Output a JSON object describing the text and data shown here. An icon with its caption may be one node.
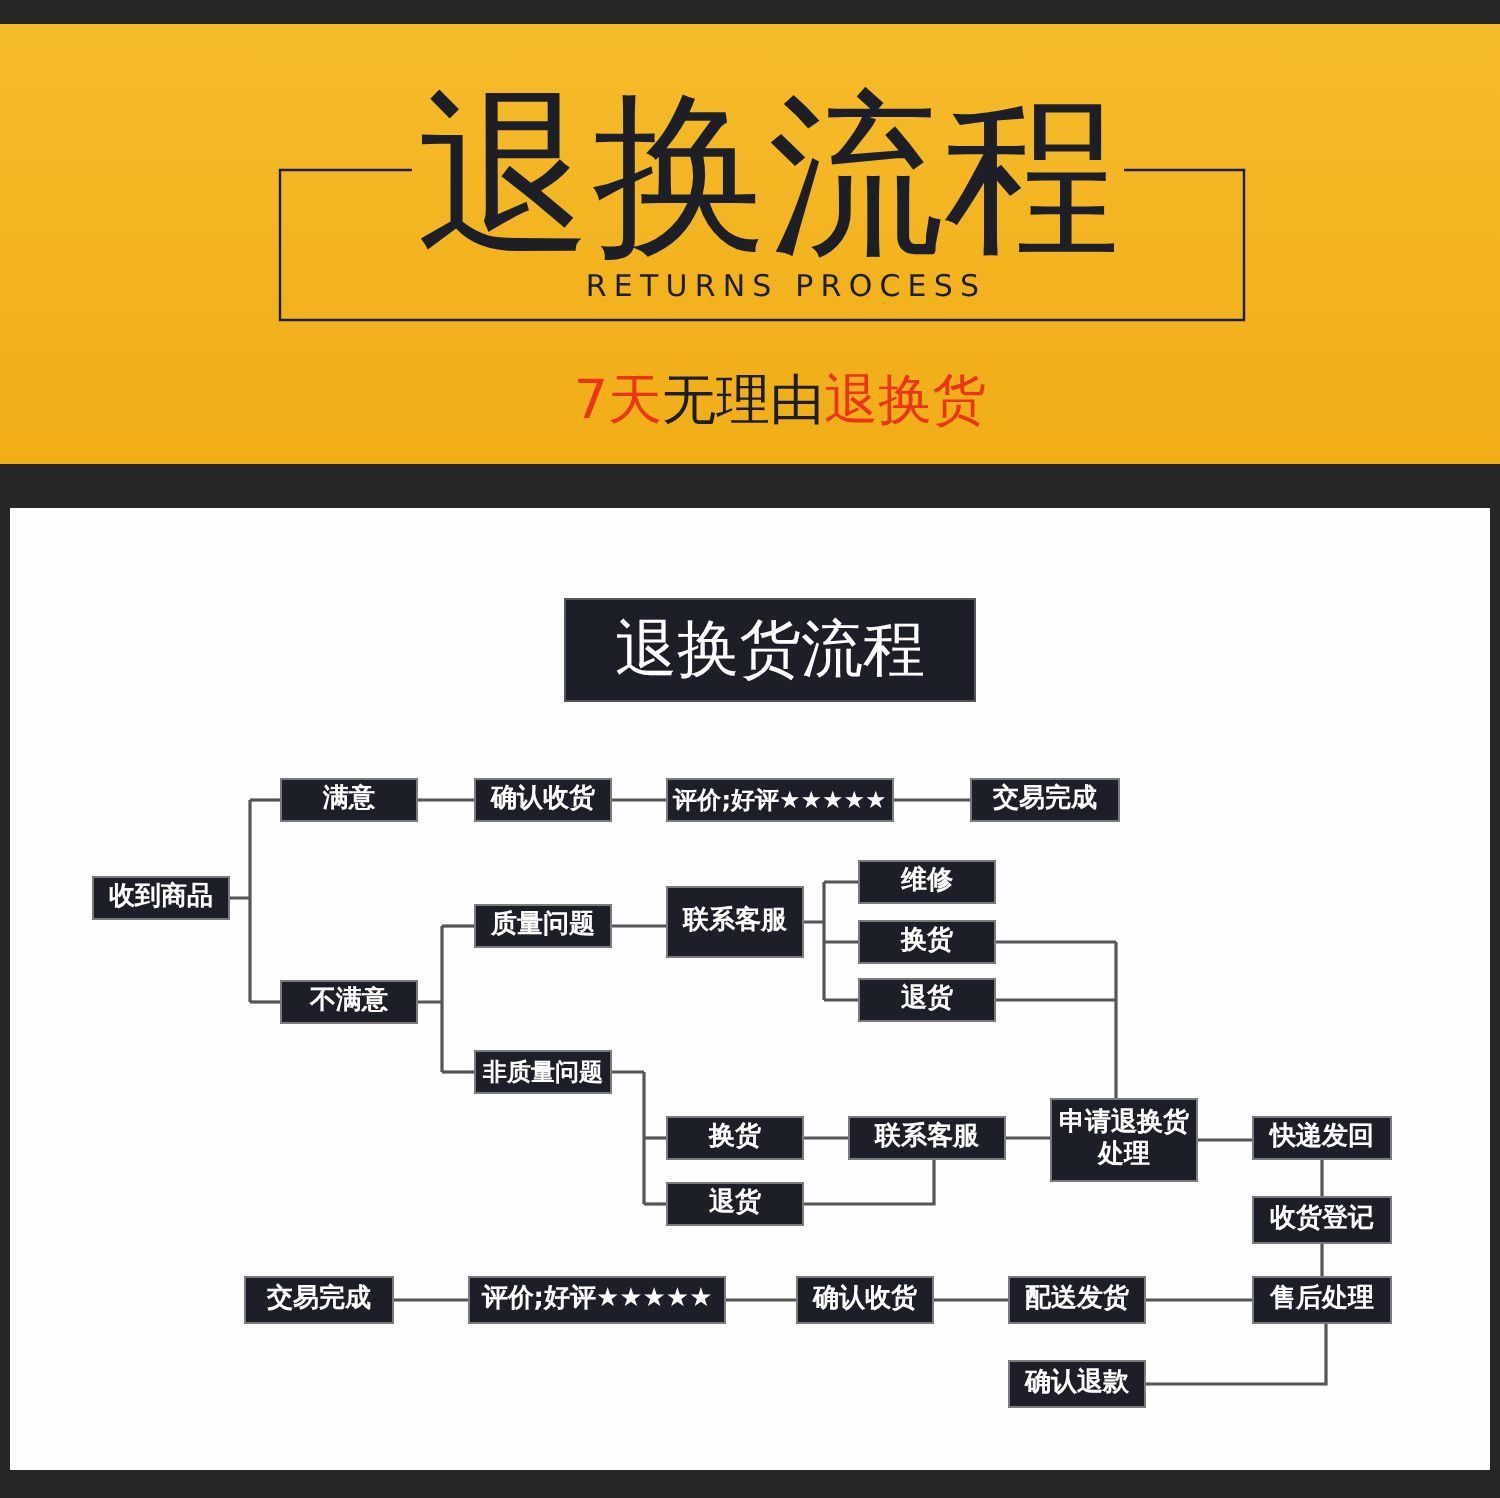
{
  "diagram": {
    "title": "退换流程",
    "nodes": [
      {
        "text": [
          "退换货流程"
        ]
      },
      {
        "text": [
          "收到商品"
        ]
      },
      {
        "text": [
          "满意"
        ]
      },
      {
        "text": [
          "确认收货"
        ]
      },
      {
        "text": [
          "评价;好评★★★★★"
        ]
      },
      {
        "text": [
          "交易完成"
        ]
      },
      {
        "text": [
          "不满意"
        ]
      },
      {
        "text": [
          "质量问题"
        ]
      },
      {
        "text": [
          "联系客服"
        ]
      },
      {
        "text": [
          "维修"
        ]
      },
      {
        "text": [
          "换货"
        ]
      },
      {
        "text": [
          "退货"
        ]
      },
      {
        "text": [
          "非质量问题"
        ]
      },
      {
        "text": [
          "换货"
        ]
      },
      {
        "text": [
          "联系客服"
        ]
      },
      {
        "text": [
          "退货"
        ]
      },
      {
        "text": [
          "申请退换货处理"
        ]
      },
      {
        "text": [
          "快递发回"
        ]
      },
      {
        "text": [
          "收货登记"
        ]
      },
      {
        "text": [
          "交易完成"
        ]
      },
      {
        "text": [
          "评价;好评★★★★★"
        ]
      },
      {
        "text": [
          "确认收货"
        ]
      },
      {
        "text": [
          "配送发货"
        ]
      },
      {
        "text": [
          "售后处理"
        ]
      },
      {
        "text": [
          "确认退款"
        ]
      }
    ],
    "edges": [
      {
        "from": 1,
        "to": 2,
        "arrow": "none"
      },
      {
        "from": 1,
        "to": 6,
        "arrow": "none"
      },
      {
        "from": 2,
        "to": 3,
        "arrow": "none"
      },
      {
        "from": 3,
        "to": 4,
        "arrow": "none"
      },
      {
        "from": 4,
        "to": 5,
        "arrow": "none"
      },
      {
        "from": 6,
        "to": 7,
        "arrow": "none"
      },
      {
        "from": 6,
        "to": 12,
        "arrow": "none"
      },
      {
        "from": 7,
        "to": 8,
        "arrow": "none"
      },
      {
        "from": 8,
        "to": 9,
        "arrow": "none"
      },
      {
        "from": 8,
        "to": 10,
        "arrow": "none"
      },
      {
        "from": 8,
        "to": 11,
        "arrow": "none"
      },
      {
        "from": 10,
        "to": 16,
        "arrow": "none"
      },
      {
        "from": 11,
        "to": 16,
        "arrow": "none"
      },
      {
        "from": 12,
        "to": 13,
        "arrow": "none"
      },
      {
        "from": 12,
        "to": 15,
        "arrow": "none"
      },
      {
        "from": 13,
        "to": 14,
        "arrow": "none"
      },
      {
        "from": 15,
        "to": 14,
        "arrow": "none"
      },
      {
        "from": 14,
        "to": 16,
        "arrow": "none"
      },
      {
        "from": 16,
        "to": 17,
        "arrow": "none"
      },
      {
        "from": 17,
        "to": 18,
        "arrow": "none"
      },
      {
        "from": 18,
        "to": 23,
        "arrow": "none"
      },
      {
        "from": 23,
        "to": 22,
        "arrow": "none"
      },
      {
        "from": 22,
        "to": 21,
        "arrow": "none"
      },
      {
        "from": 21,
        "to": 20,
        "arrow": "none"
      },
      {
        "from": 20,
        "to": 19,
        "arrow": "none"
      },
      {
        "from": 23,
        "to": 24,
        "arrow": "none"
      }
    ],
    "labels": [
      "RETURNS PROCESS",
      "**7天**无理由**退换货**"
    ]
  }
}
